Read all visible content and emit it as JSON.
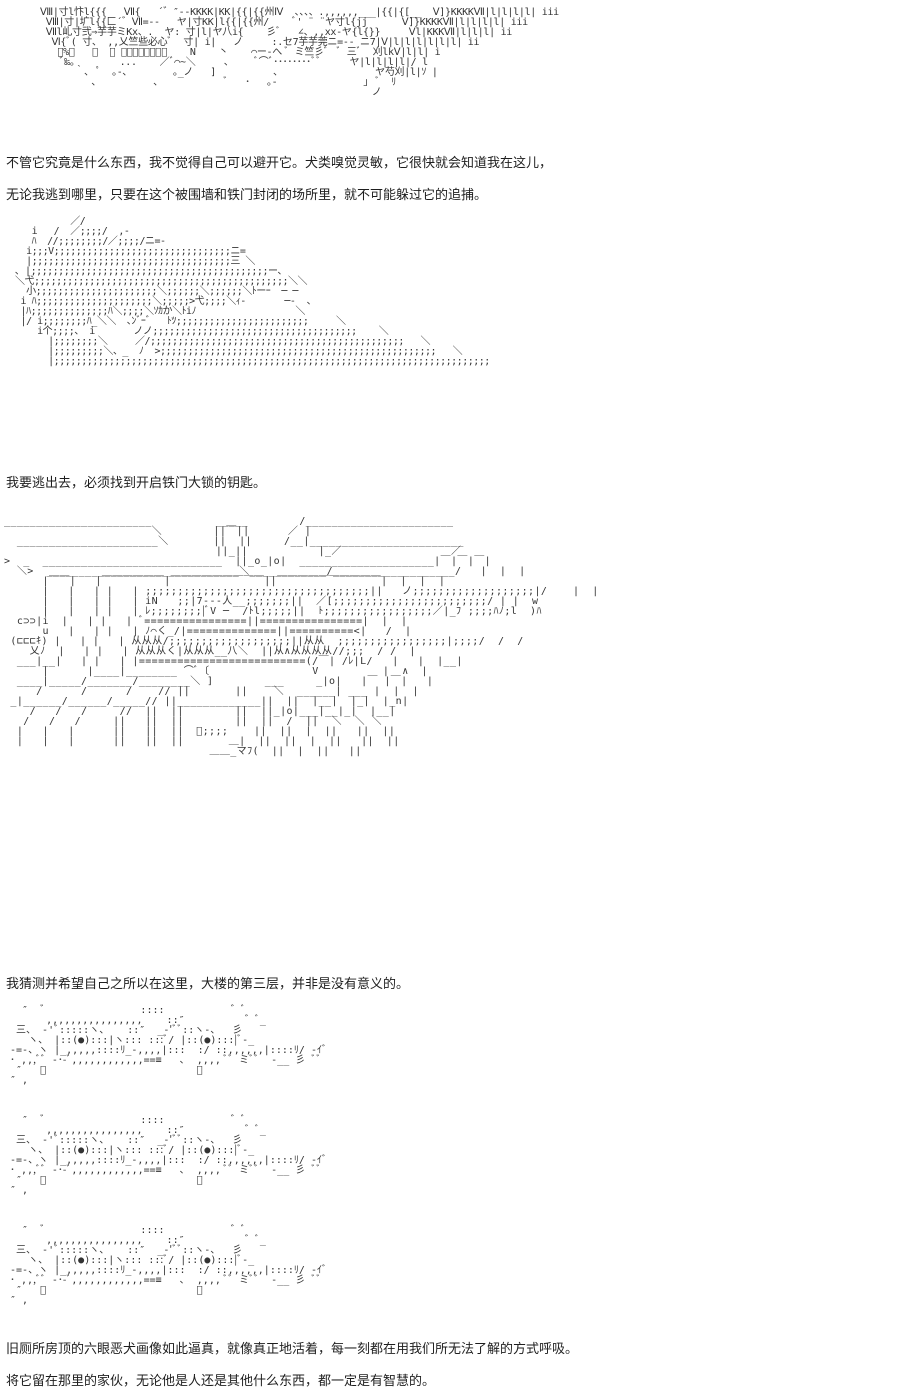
{
  "paragraphs": [
    "不管它究竟是什么东西，我不觉得自己可以避开它。犬类嗅觉灵敏，它很快就会知道我在这儿，",
    "无论我逃到哪里，只要在这个被围墙和铁门封闭的场所里，就不可能躲过它的追捕。",
    "我要逃出去，必须找到开启铁门大锁的钥匙。",
    "我猜测并希望自己之所以在这里，大楼的第三层，并非是没有意义的。",
    "旧厕所房顶的六眼恶犬画像如此逼真，就像真正地活着，每一刻都在用我们所无法了解的方式呼吸。",
    "将它留在那里的家伙，无论他是人还是其他什么东西，都一定是有智慧的。"
  ],
  "art": {
    "faces": [
      "Ⅷ|寸l忭l{{{   Ⅶ{   ´゛″‐-KKKK|KK|{{|{{州Ⅳ  、、、、.,,,,,,___|{{|{[__  Ⅴ]}KKKKⅦ|l|l|l|l| iii",
      " Ⅷ|寸|圹l{{匚´゛Ⅶ=‐-   ヤ|寸KK|l{{|{{州/    ﾞ' ¨ ¨ヤ寸l{jj      Ⅴ]}KKKKⅦ|l|l|l|l| iii",
      " Ⅶl乢寸弐⇒芋芋ミKx、.  ヤ: 寸|l|ヤ八i{    彡ﾞ   ∠、,,xx‐ヤ{l{}}     Ⅴl|KKKⅦ|l|l|l| ii",
      "  Ⅵ{ﾞ( 寸、 ,,乂竺些必心ﾞ  寸| i|   ノ     :.セ7芋芋莞ニ=‐- ニ7|Ⅴ|l|l|l|l|l|l| ii",
      "   ﾞ%。   ﾞ  ﾞ ･･･････ﾞ    N    丶    ⌒ー‐へ ﾞ ミ竺彡ﾞ  ﾞ 三ﾞ  刈lkⅤ|l|l| i",
      "    ﾞ‰。       ...    ／ﾞ⌒~＼     ､     ﾞ⌒ﾞ････････ﾞﾞ     ヤ|l|l|l|l|/ l",
      "      ｀、 ﾟ  ｡-､        ｡_ノ   ]          ､                 ヤ芍刈|l|ｿ |",
      "         ､          ､            ﾞ   ･   ｡-               」 ﾞ  ﾘ",
      "                                                          ノ"
    ],
    "gate": [
      "            ／/",
      "     i   /  ／;;;;/  ,‐",
      "     ﾊ  //;;;;;;;;/／;;;;/ニ=‐",
      "    i;;;V;;;;;;;;;;;;;;;;;;;;;;;;;;;;;;;;ニ=",
      "    |;;;;;;;;;;;;;;;;;;;;;;;;;;;;;;;;;;;;三 ＼",
      "  ､ |;;;;;;;;;;;;;;;;;;;;;;;;;;;;;;;;;;;;;;;;;;;ー、",
      "  ＼弋;;;;;;;;;;;;;;;;;;;;;;;;;;;;;;;;;;;;;;;;;;;;;;＼＼",
      "    小;;;;;;;;;;;;;;;;;;;;;;＼;;;;;;＼;;;;;;＼ﾄーｰ  ─ ─",
      "   i ﾊ;;;;;;;;;;;;;;;;;;;;;＼;;;;;>弋;;;;＼ｨ-       ─-  、",
      "   |ﾊ;;;;;;;;;;;;;;ﾊ＼;;;;＼ｿｶか＼ﾄiﾉ                  ＼",
      "   |/ i;;;;;;;;ﾊ_＼＼  ､ﾝﾞｰﾞ   ﾄﾂ;;;;;;;;;;;;;;;;;;;;;;;;     ＼",
      "      i个;;;;、 i       ノノ;;;;;;;;;;;;;;;;;;;;;;;;;;;;;;;;;;;;;    ＼",
      "        |;;;;;;;;＼     ／/;;;;;;;;;;;;;;;;;;;;;;;;;;;;;;;;;;;;;;;;;;;;;;   ＼",
      "        |;;;;;;;;;＼、_  ﾉ  >;;;;;;;;;;;;;;;;;;;;;;;;;;;;;;;;;;;;;;;;;;;;;;;;;;   ＼",
      "        |;;;;;;;;;;;;;;;;;;;;;;;;;;;;;;;;;;;;;;;;;;;;;;;;;;;;;;;;;;;;;;;;;;;;;;;;;;;;;;;"
    ],
    "building": [
      "_______________________          _____        /_______________________",
      "                       ＼        ||￣||      ／ |",
      "  ______________________＼       ||  ||     /__|________________________",
      "                                 ||_||           |_／                 ／",
      ">  _  ____________________________  ||_o_|o|  _____________________|￣|￣|￣|",
      "  ＼>  ______________________________＼____________/___________________/   |  |  |",
      "      |￣￣|   |￣￣￣￣￣￣|￣￣￣￣￣￣￣￣￣||￣￣￣￣￣￣￣￣￣￣|  |  |  |",
      "      |   |   | |   | ;;;;;;;;;;;;;;;;;;;;;;;;;;;;;;;;;;;||   ノ;;;;;;;;;;;;;;;;;;;|/    |  |",
      "      |   |   | |   | iN   ;;|7‐‐‐人__;;;;;;;||  ／[;;;;;;;;;;;;;;;;;;;;;;;;/ | |  w",
      "      |   |   | |   | ﾚ;;;;;;;;|ﾞV ─  /ﾄl;;;;;||  ﾄ;;;;;;;;;;;;;;;;;／|_ﾌ ;;;;ﾊﾉ;l  )ﾊ",
      "  c⊃⊃|i  |   | |   | ﾞ================||================|  |  |",
      "      u   |   | |   | ﾉ⌒く_/|==============||==========<|   /  |",
      " (⊏⊏⊏ｷ) |   | |   | 从从从/;;;;;;;;;;;;;;;;;;;||从从  ;;;;;;;;;;;;;;;;;|;;;;/  /  /",
      "    乂ﾉ  |   | |   | 从从从く|从从从__八＼  ||从∧从从从从//;;;  / /  |",
      "  ___|__|   | |   | |==========================(/￣| /ﾚ|L/   |   |  |__|",
      "      |      |____|________ ⌒ﾞ〔                V          |  ∧  |",
      "  ____|_____/_______/________＼ ]        ___     _|o|   |￣ |￣|   |",
      "     /      /      /    // ||       ||    ＼  ______| ___ |  |  |",
      " _|______/______/_____// ||_____________||  ||  |__|  |_|  |_n|",
      "    /   /   /     //  ||  ||        ||  ||_|o|___|__|_|  |__|",
      "   /   /   /     ||   ||  ||        ||  ||  /  ||  ＼  ＼ ＼",
      "  |   |   |      ||   ||  ||  ﾞ;;;;    ||  ||  |  ||   ||  ||",
      "  |   |   |      ||   ||  ||       ＿|  ||  ||  |  ||   ||  ||",
      "                                ＿＿_マﾌ(  ||  |  ||   ||"
    ],
    "eyes": [
      "   ″  ゛               ::::           ゛ﾞ",
      "       ,,,,,,,,,,,,,,,,    ::″          ゛ﾞ_",
      "  三、 -'ﾞ:::::ヽ、   ::″  _-'ﾞﾞ::ヽ-、  彡",
      "    ヽ、 |::(●):::|ヽ::: :::ﾞ/ |::(●):::|ﾞ‐_",
      " -=-、ヽ |_,,,,,::::ﾘ_-,,,,|:::  :/ ::,,,,,,|::::ﾘ/ ‐ｲﾞ",
      " ･ ,,,ﾞﾞ -･-ﾞ,,,,,,,,,,,,==≡   ､  ,,,, ﾞﾞ ミﾞﾞ  -__ 彡 ﾞﾞ",
      "  ″   ﾞ                         ﾞ",
      " ″ ,"
    ]
  }
}
